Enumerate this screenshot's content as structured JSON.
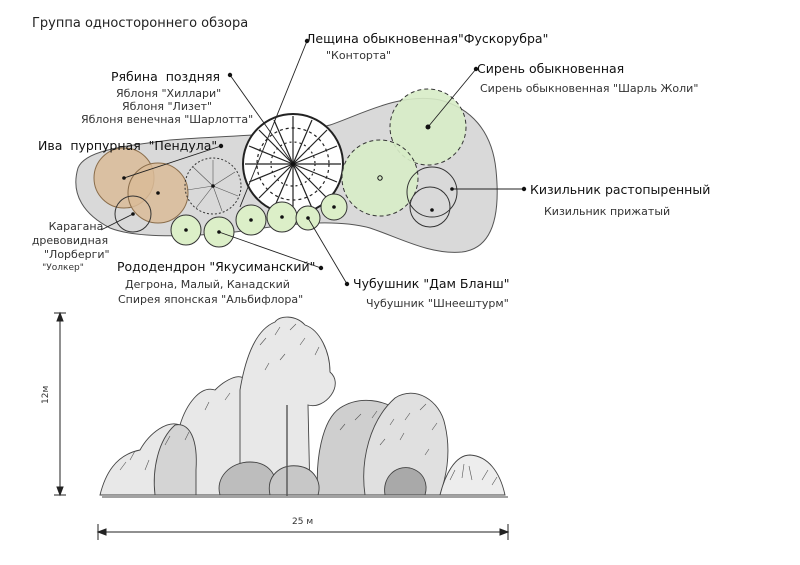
{
  "title": "Группа одностороннего обзора",
  "labels": {
    "leshchina": "Лещина обыкновенная\"Фускорубра\"",
    "leshchina_sub": "\"Конторта\"",
    "ryabina": "Рябина поздняя",
    "yablonya1": "Яблоня \"Хиллари\"",
    "yablonya2": "Яблоня \"Лизет\"",
    "yablonya3": "Яблоня венечная \"Шарлотта\"",
    "siren": "Сирень обыкновенная",
    "siren_sub": "Сирень обыкновенная \"Шарль Жоли\"",
    "iva": "Ива пурпурная \"Пендула\"",
    "kizilnik": "Кизильник растопыренный",
    "kizilnik_sub": "Кизильник прижатый",
    "karagana1": "Карагана",
    "karagana2": "древовидная",
    "karagana3": "\"Лорберги\"",
    "karagana4": "\"Уолкер\"",
    "rododendron": "Рододендрон \"Якусиманский\"",
    "rododendron_sub1": "Дегрона, Малый, Канадский",
    "rododendron_sub2": "Спирея японская \"Альбифлора\"",
    "chubushnik": "Чубушник \"Дам Бланш\"",
    "chubushnik_sub": "Чубушник \"Шнеештурм\""
  },
  "dimensions": {
    "height": "12м",
    "width": "25 м"
  },
  "colors": {
    "bed_fill": "#d9d9d9",
    "willow_fill": "#d9bb98",
    "shrub_fill": "#dcefc8",
    "lilac_fill": "#d7ecc7"
  }
}
